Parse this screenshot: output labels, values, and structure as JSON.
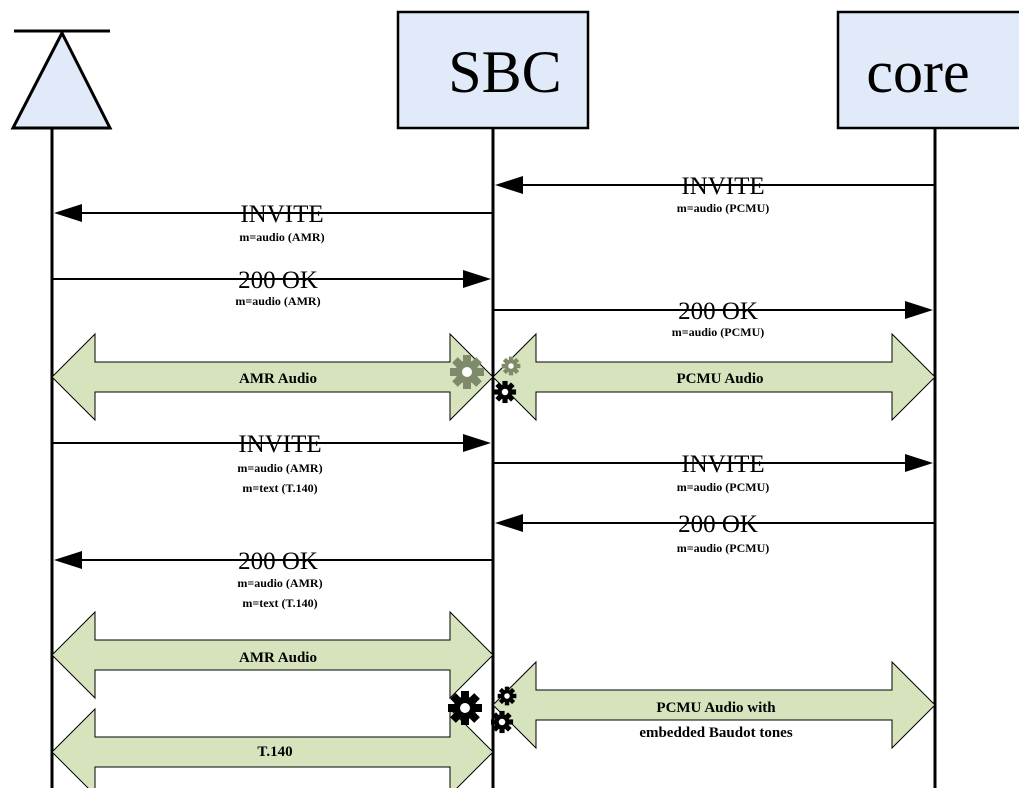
{
  "entities": {
    "ue_symbol": "antenna-icon",
    "sbc": "SBC",
    "core": "core"
  },
  "colors": {
    "entity_fill": "#e1eaf8",
    "media_fill": "#d6e3bd",
    "gear_faded": "#7f8a6a",
    "gear_active": "#000000"
  },
  "messages": [
    {
      "label": "INVITE",
      "sdp": [
        "m=audio (PCMU)"
      ]
    },
    {
      "label": "INVITE",
      "sdp": [
        "m=audio (AMR)"
      ]
    },
    {
      "label": "200 OK",
      "sdp": [
        "m=audio (AMR)"
      ]
    },
    {
      "label": "200 OK",
      "sdp": [
        "m=audio (PCMU)"
      ]
    },
    {
      "label": "INVITE",
      "sdp": [
        "m=audio (AMR)",
        "m=text (T.140)"
      ]
    },
    {
      "label": "INVITE",
      "sdp": [
        "m=audio (PCMU)"
      ]
    },
    {
      "label": "200 OK",
      "sdp": [
        "m=audio (PCMU)"
      ]
    },
    {
      "label": "200 OK",
      "sdp": [
        "m=audio (AMR)",
        "m=text (T.140)"
      ]
    }
  ],
  "media": [
    {
      "lines": [
        "AMR Audio"
      ]
    },
    {
      "lines": [
        "PCMU Audio"
      ]
    },
    {
      "lines": [
        "AMR Audio"
      ]
    },
    {
      "lines": [
        "PCMU Audio with",
        "embedded Baudot tones"
      ]
    },
    {
      "lines": [
        "T.140"
      ]
    }
  ]
}
